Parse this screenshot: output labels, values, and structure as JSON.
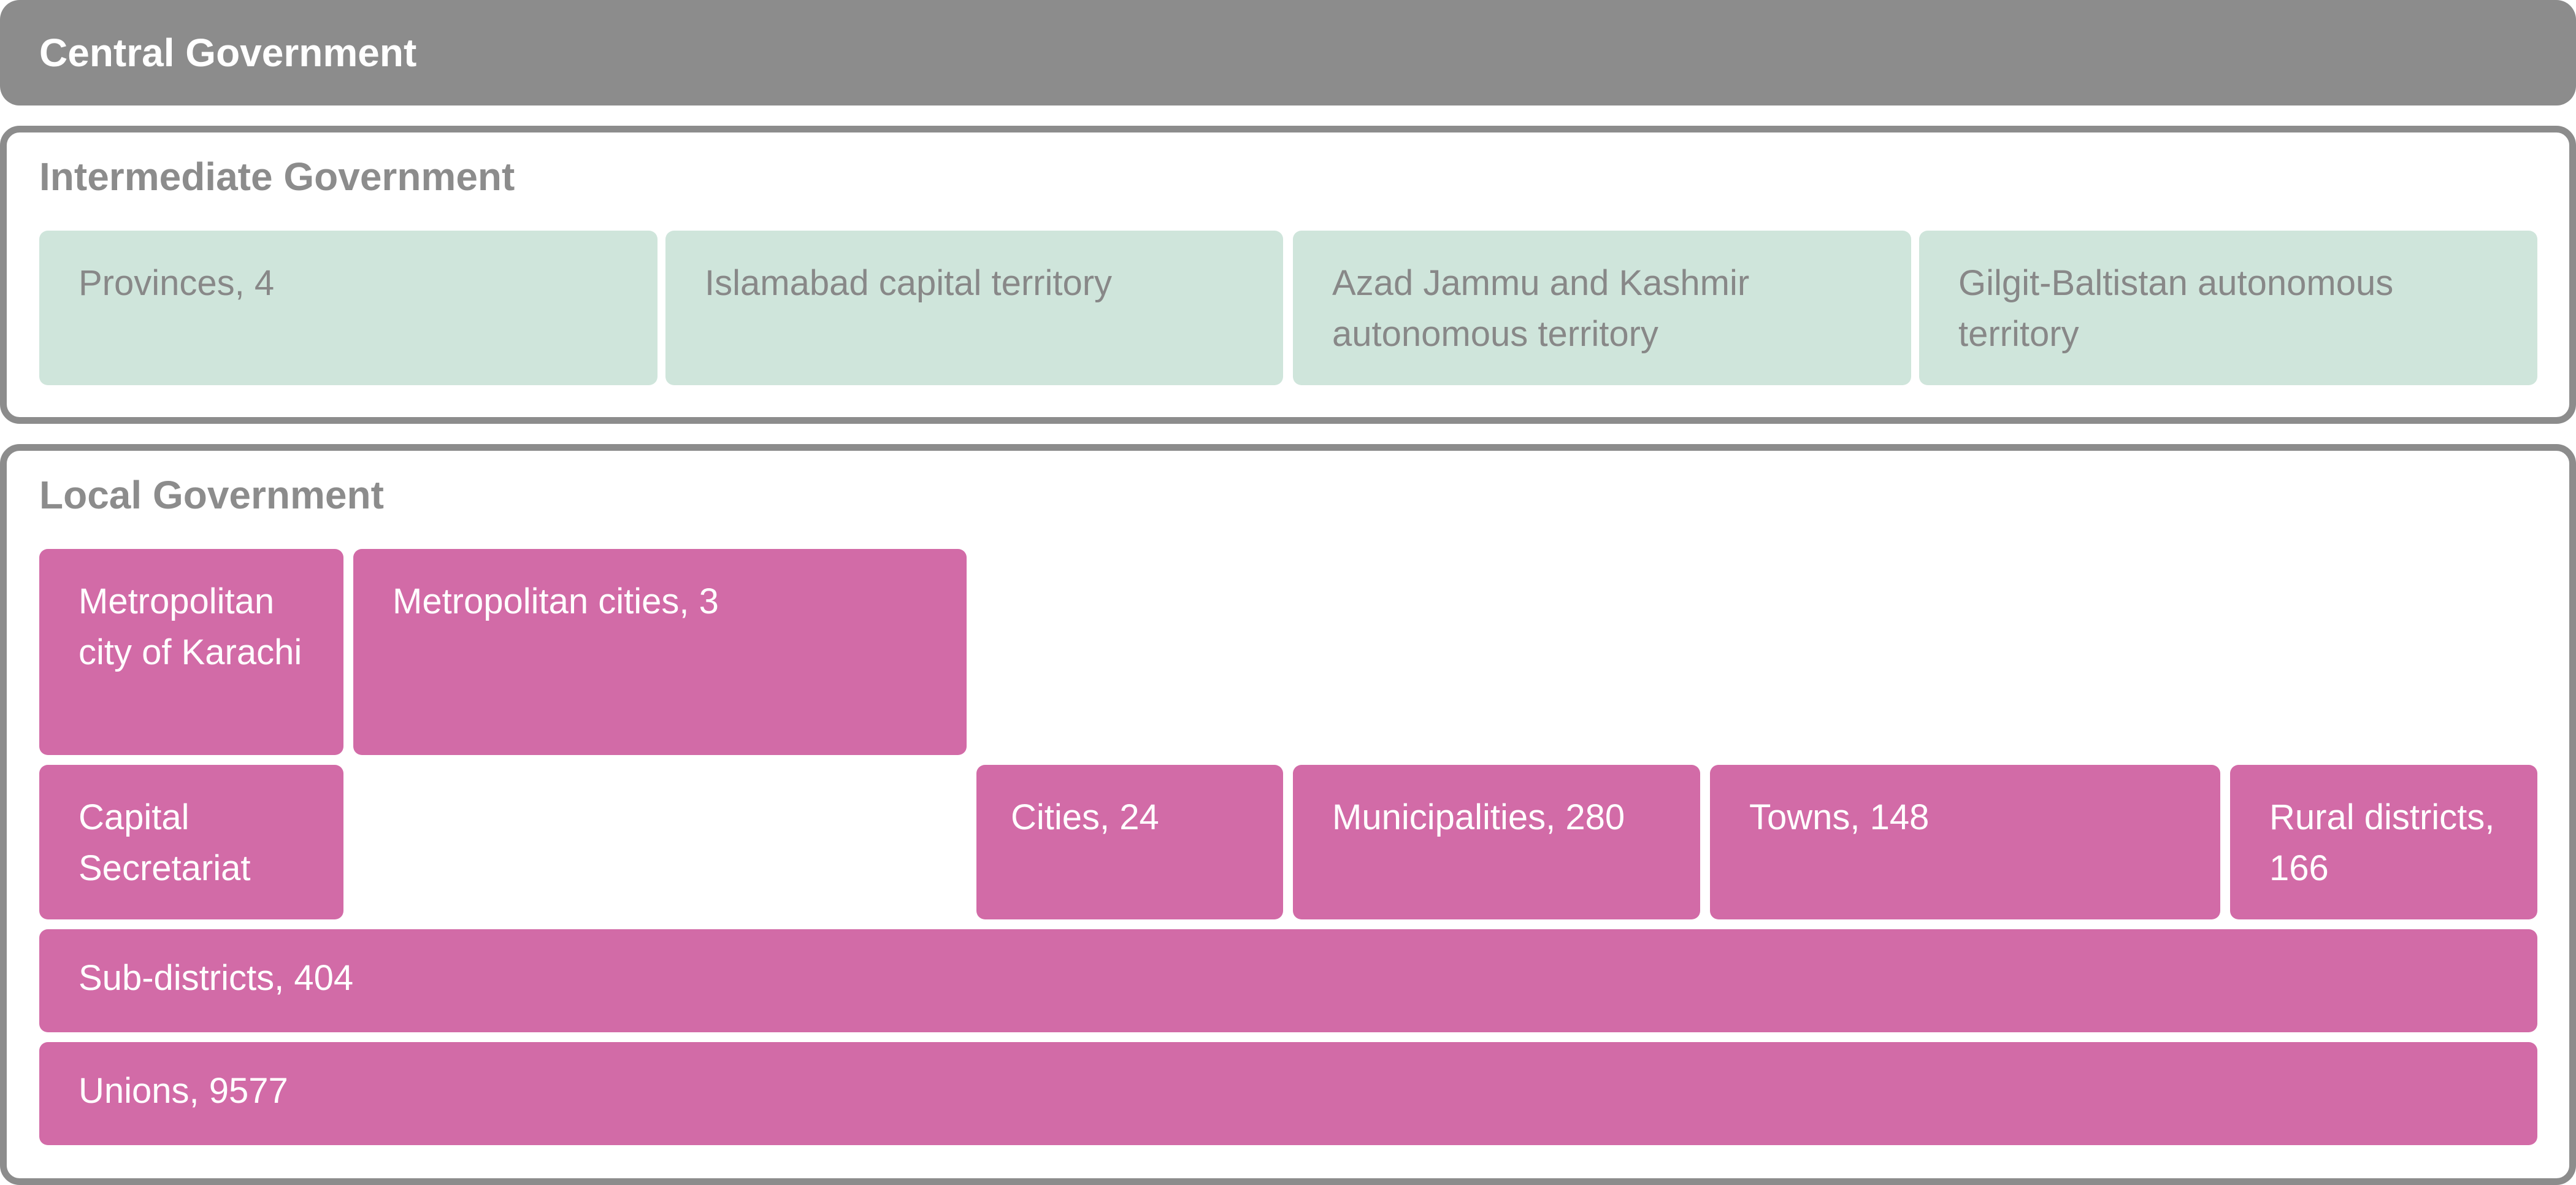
{
  "colors": {
    "header_gray": "#8c8c8c",
    "intermediate_fill": "#cfe5db",
    "local_fill": "#d26ba7"
  },
  "central": {
    "title": "Central Government"
  },
  "intermediate": {
    "title": "Intermediate Government",
    "items": [
      "Provinces, 4",
      "Islamabad capital territory",
      "Azad Jammu and Kashmir autonomous territory",
      "Gilgit-Baltistan autonomous territory"
    ]
  },
  "local": {
    "title": "Local Government",
    "items": [
      "Metropolitan city of Karachi",
      "Metropolitan cities, 3",
      "Capital Secretariat",
      "Cities, 24",
      "Municipalities, 280",
      "Towns, 148",
      "Rural districts, 166",
      "Sub-districts, 404",
      "Unions, 9577"
    ]
  }
}
